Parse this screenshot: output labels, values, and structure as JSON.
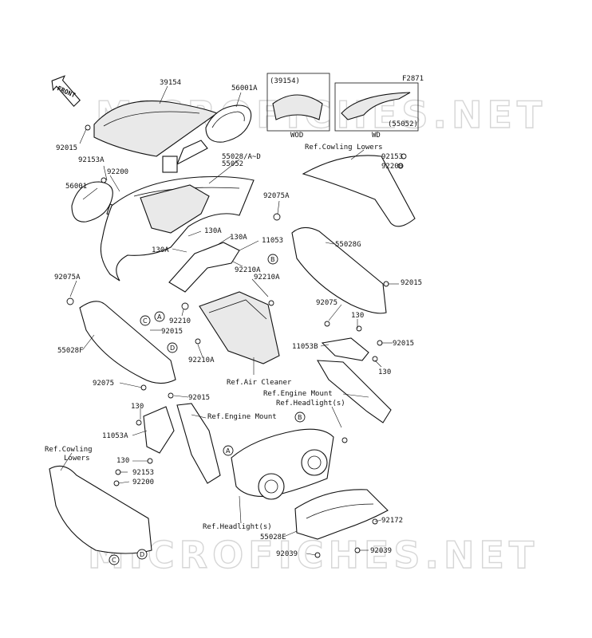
{
  "diagram_code": "F2871",
  "front_arrow_label": "FRONT",
  "watermark": "MICROFICHES.NET",
  "variant_labels": {
    "wod_part": "(39154)",
    "wod": "WOD",
    "wd_part": "(55052)",
    "wd": "WD"
  },
  "callouts": [
    "A",
    "B",
    "C",
    "D"
  ],
  "labels": [
    {
      "id": "l1",
      "text": "39154"
    },
    {
      "id": "l2",
      "text": "56001A"
    },
    {
      "id": "l3",
      "text": "92015"
    },
    {
      "id": "l4",
      "text": "92153A"
    },
    {
      "id": "l5",
      "text": "92200"
    },
    {
      "id": "l6",
      "text": "56001"
    },
    {
      "id": "l7",
      "text": "55028/A~D"
    },
    {
      "id": "l8",
      "text": "55052"
    },
    {
      "id": "l9",
      "text": "Ref.Cowling Lowers"
    },
    {
      "id": "l10",
      "text": "92153"
    },
    {
      "id": "l11",
      "text": "92200"
    },
    {
      "id": "l12",
      "text": "92075A"
    },
    {
      "id": "l13",
      "text": "130A"
    },
    {
      "id": "l14",
      "text": "130A"
    },
    {
      "id": "l15",
      "text": "11053"
    },
    {
      "id": "l16",
      "text": "130A"
    },
    {
      "id": "l17",
      "text": "55028G"
    },
    {
      "id": "l18",
      "text": "92210A"
    },
    {
      "id": "l19",
      "text": "92210A"
    },
    {
      "id": "l20",
      "text": "92075A"
    },
    {
      "id": "l21",
      "text": "92015"
    },
    {
      "id": "l22",
      "text": "92210"
    },
    {
      "id": "l23",
      "text": "92075"
    },
    {
      "id": "l24",
      "text": "92015"
    },
    {
      "id": "l25",
      "text": "130"
    },
    {
      "id": "l26",
      "text": "55028F"
    },
    {
      "id": "l27",
      "text": "11053B"
    },
    {
      "id": "l28",
      "text": "92015"
    },
    {
      "id": "l29",
      "text": "92210A"
    },
    {
      "id": "l30",
      "text": "130"
    },
    {
      "id": "l31",
      "text": "Ref.Air Cleaner"
    },
    {
      "id": "l32",
      "text": "92075"
    },
    {
      "id": "l33",
      "text": "Ref.Engine Mount"
    },
    {
      "id": "l34",
      "text": "92015"
    },
    {
      "id": "l35",
      "text": "Ref.Headlight(s)"
    },
    {
      "id": "l36",
      "text": "130"
    },
    {
      "id": "l37",
      "text": "Ref.Engine Mount"
    },
    {
      "id": "l38",
      "text": "11053A"
    },
    {
      "id": "l39",
      "text": "Ref.Cowling"
    },
    {
      "id": "l40",
      "text": "Lowers"
    },
    {
      "id": "l41",
      "text": "130"
    },
    {
      "id": "l42",
      "text": "92153"
    },
    {
      "id": "l43",
      "text": "92200"
    },
    {
      "id": "l44",
      "text": "92172"
    },
    {
      "id": "l45",
      "text": "Ref.Headlight(s)"
    },
    {
      "id": "l46",
      "text": "55028E"
    },
    {
      "id": "l47",
      "text": "92039"
    },
    {
      "id": "l48",
      "text": "92039"
    }
  ]
}
